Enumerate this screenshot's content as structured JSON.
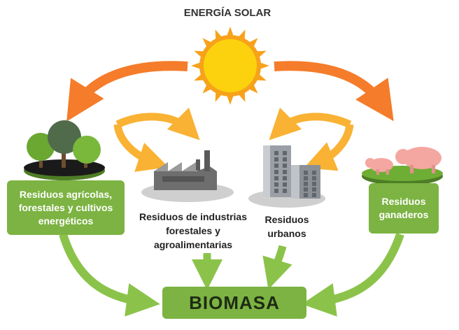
{
  "title": "ENERGÍA SOLAR",
  "sources": {
    "agricultural": "Residuos agrícolas, forestales y cultivos energéticos",
    "industrial": "Residuos de industrias forestales y agroalimentarias",
    "urban": "Residuos urbanos",
    "livestock": "Residuos ganaderos"
  },
  "result": "BIOMASA",
  "colors": {
    "green": "#7cb342",
    "orange_arrow": "#f57c2a",
    "yellow_arrow": "#f9b233",
    "sun": "#fcd20f",
    "sun_rays": "#f7a21b"
  },
  "icons": [
    "sun-icon",
    "trees-icon",
    "factory-icon",
    "buildings-icon",
    "pigs-icon"
  ]
}
